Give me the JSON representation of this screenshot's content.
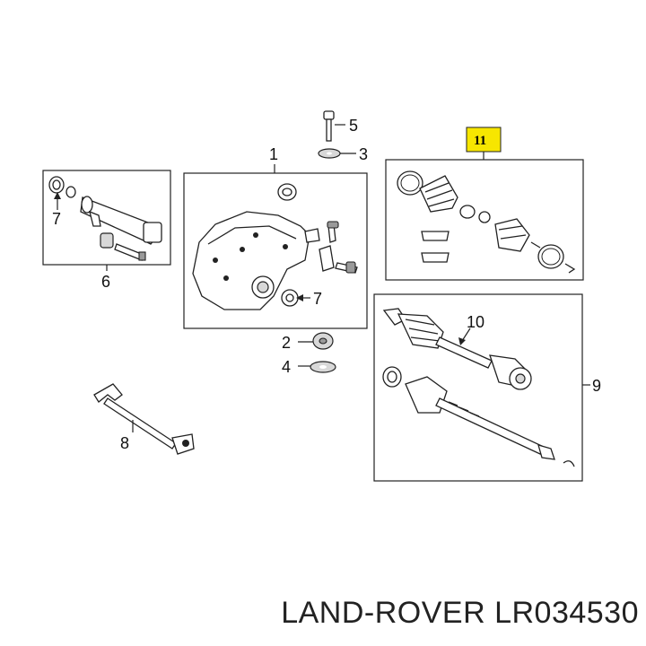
{
  "callouts": {
    "c1": "1",
    "c2": "2",
    "c3": "3",
    "c4": "4",
    "c5": "5",
    "c6": "6",
    "c7a": "7",
    "c7b": "7",
    "c8": "8",
    "c9": "9",
    "c10": "10",
    "c11": "11"
  },
  "highlight": {
    "color": "#f7e600"
  },
  "caption": {
    "text": "LAND-ROVER LR034530"
  }
}
